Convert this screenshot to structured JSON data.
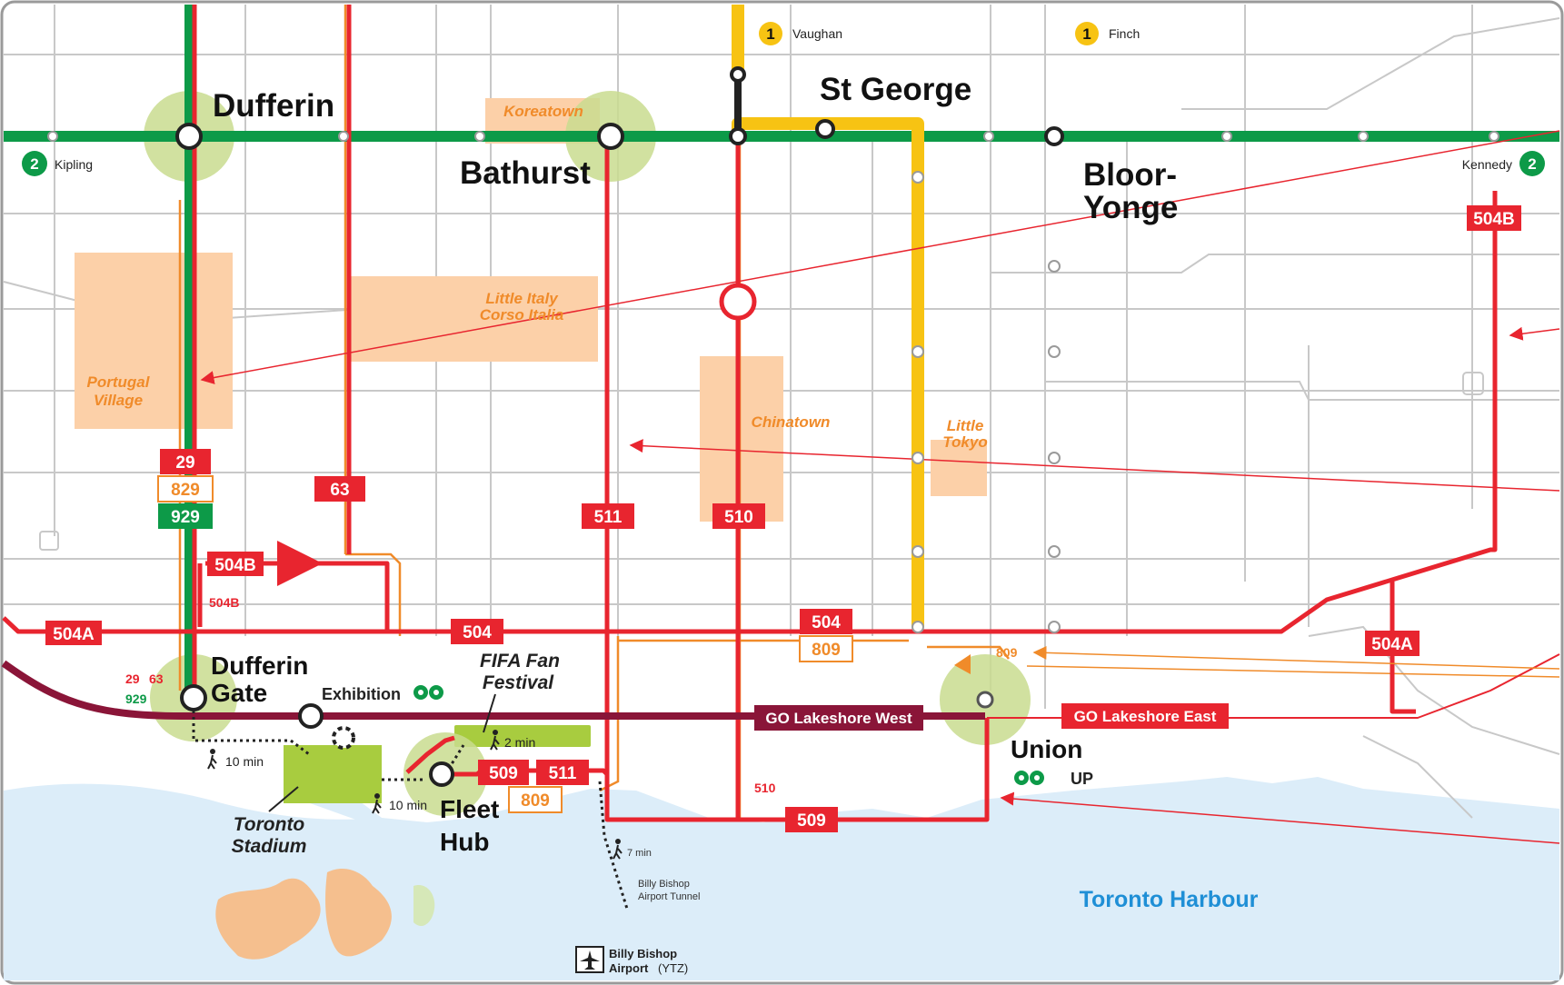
{
  "colors": {
    "line1": "#f7c313",
    "line2": "#0d9a48",
    "streetcar": "#e8252f",
    "bus_orange": "#f08b2a",
    "go_maroon": "#8a1538",
    "water": "#dcedf9",
    "park": "#a8cc3f",
    "hood_fill": "#fcd0a8",
    "halo": "#c9dc8f"
  },
  "terminals": {
    "vaughan": {
      "line": "1",
      "label": "Vaughan"
    },
    "finch": {
      "line": "1",
      "label": "Finch"
    },
    "kipling": {
      "line": "2",
      "label": "Kipling"
    },
    "kennedy": {
      "line": "2",
      "label": "Kennedy"
    }
  },
  "stations": {
    "dufferin": "Dufferin",
    "bathurst": "Bathurst",
    "st_george": "St George",
    "bloor_yonge_1": "Bloor-",
    "bloor_yonge_2": "Yonge",
    "dufferin_gate_1": "Dufferin",
    "dufferin_gate_2": "Gate",
    "exhibition": "Exhibition",
    "fleet_hub_1": "Fleet",
    "fleet_hub_2": "Hub",
    "union": "Union",
    "union_up": "UP"
  },
  "neighbourhoods": {
    "koreatown": "Koreatown",
    "portugal_1": "Portugal",
    "portugal_2": "Village",
    "little_italy_1": "Little Italy",
    "little_italy_2": "Corso Italia",
    "chinatown": "Chinatown",
    "little_tokyo_1": "Little",
    "little_tokyo_2": "Tokyo"
  },
  "venues": {
    "fifa_1": "FIFA Fan",
    "fifa_2": "Festival",
    "stadium_1": "Toronto",
    "stadium_2": "Stadium"
  },
  "routes": {
    "r29": "29",
    "r829": "829",
    "r929": "929",
    "r63": "63",
    "r511": "511",
    "r510": "510",
    "r504b_a": "504B",
    "r504b_b": "504B",
    "r504b_small": "504B",
    "r504a_a": "504A",
    "r504a_b": "504A",
    "r504": "504",
    "r504_b": "504",
    "r809": "809",
    "r809_b": "809",
    "r809_small": "809",
    "r509": "509",
    "r509_b": "509",
    "r511_b": "511",
    "r510_small": "510",
    "dg_29": "29",
    "dg_63": "63",
    "dg_929": "929"
  },
  "go": {
    "lakeshore_west": "GO Lakeshore West",
    "lakeshore_east": "GO Lakeshore East"
  },
  "walks": {
    "w1": "10 min",
    "w2": "10 min",
    "w3": "2 min",
    "w4": "7 min"
  },
  "water": {
    "harbour": "Toronto Harbour",
    "tunnel_1": "Billy Bishop",
    "tunnel_2": "Airport Tunnel"
  },
  "airport": {
    "line1": "Billy Bishop",
    "line2": "Airport",
    "code": "(YTZ)"
  }
}
